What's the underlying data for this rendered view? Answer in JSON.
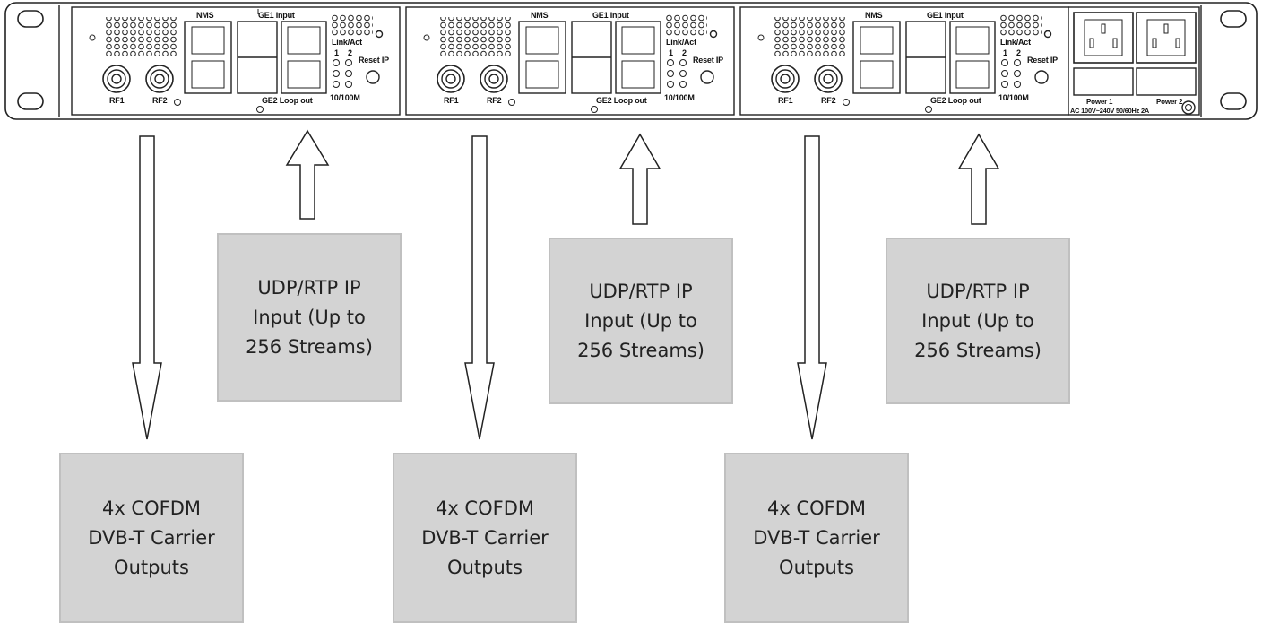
{
  "chassis": {
    "modules": [
      {
        "nms": "NMS",
        "ge1": "GE1 Input",
        "ge2": "GE2 Loop out",
        "link": "Link/Act",
        "port1": "1",
        "port2": "2",
        "reset": "Reset IP",
        "speed": "10/100M",
        "rf1": "RF1",
        "rf2": "RF2"
      },
      {
        "nms": "NMS",
        "ge1": "GE1 Input",
        "ge2": "GE2 Loop out",
        "link": "Link/Act",
        "port1": "1",
        "port2": "2",
        "reset": "Reset IP",
        "speed": "10/100M",
        "rf1": "RF1",
        "rf2": "RF2"
      },
      {
        "nms": "NMS",
        "ge1": "GE1 Input",
        "ge2": "GE2 Loop out",
        "link": "Link/Act",
        "port1": "1",
        "port2": "2",
        "reset": "Reset IP",
        "speed": "10/100M",
        "rf1": "RF1",
        "rf2": "RF2"
      }
    ],
    "power": {
      "power1": "Power 1",
      "power2": "Power 2",
      "rating": "AC 100V~240V 50/60Hz 2A"
    }
  },
  "inputs": [
    {
      "label": "UDP/RTP IP\nInput (Up to\n256 Streams)"
    },
    {
      "label": "UDP/RTP IP\nInput (Up to\n256 Streams)"
    },
    {
      "label": "UDP/RTP IP\nInput (Up to\n256 Streams)"
    }
  ],
  "outputs": [
    {
      "label": "4x COFDM\nDVB-T Carrier\nOutputs"
    },
    {
      "label": "4x COFDM\nDVB-T Carrier\nOutputs"
    },
    {
      "label": "4x COFDM\nDVB-T Carrier\nOutputs"
    }
  ],
  "colors": {
    "box_fill": "#d3d3d3",
    "box_border": "#c0c0c0",
    "line": "#222222"
  }
}
